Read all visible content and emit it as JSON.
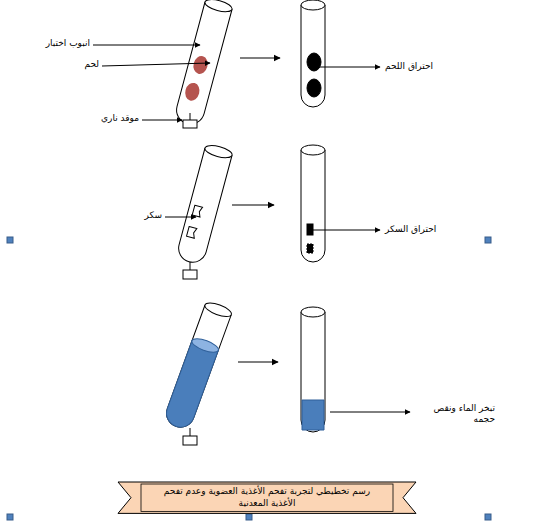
{
  "diagram": {
    "nodes": [
      {
        "text": [
          "رسم تخطيطي لتجربة تفحم الأغذية العضوية وعدم تفحم الأغذية المعدنية"
        ]
      }
    ],
    "labels": [
      "انبوب اختبار",
      "لحم",
      "موقد ناري",
      "احتراق اللحم",
      "سكر",
      "احتراق السكر",
      "تبخر الماء ونقص حجمه"
    ]
  }
}
